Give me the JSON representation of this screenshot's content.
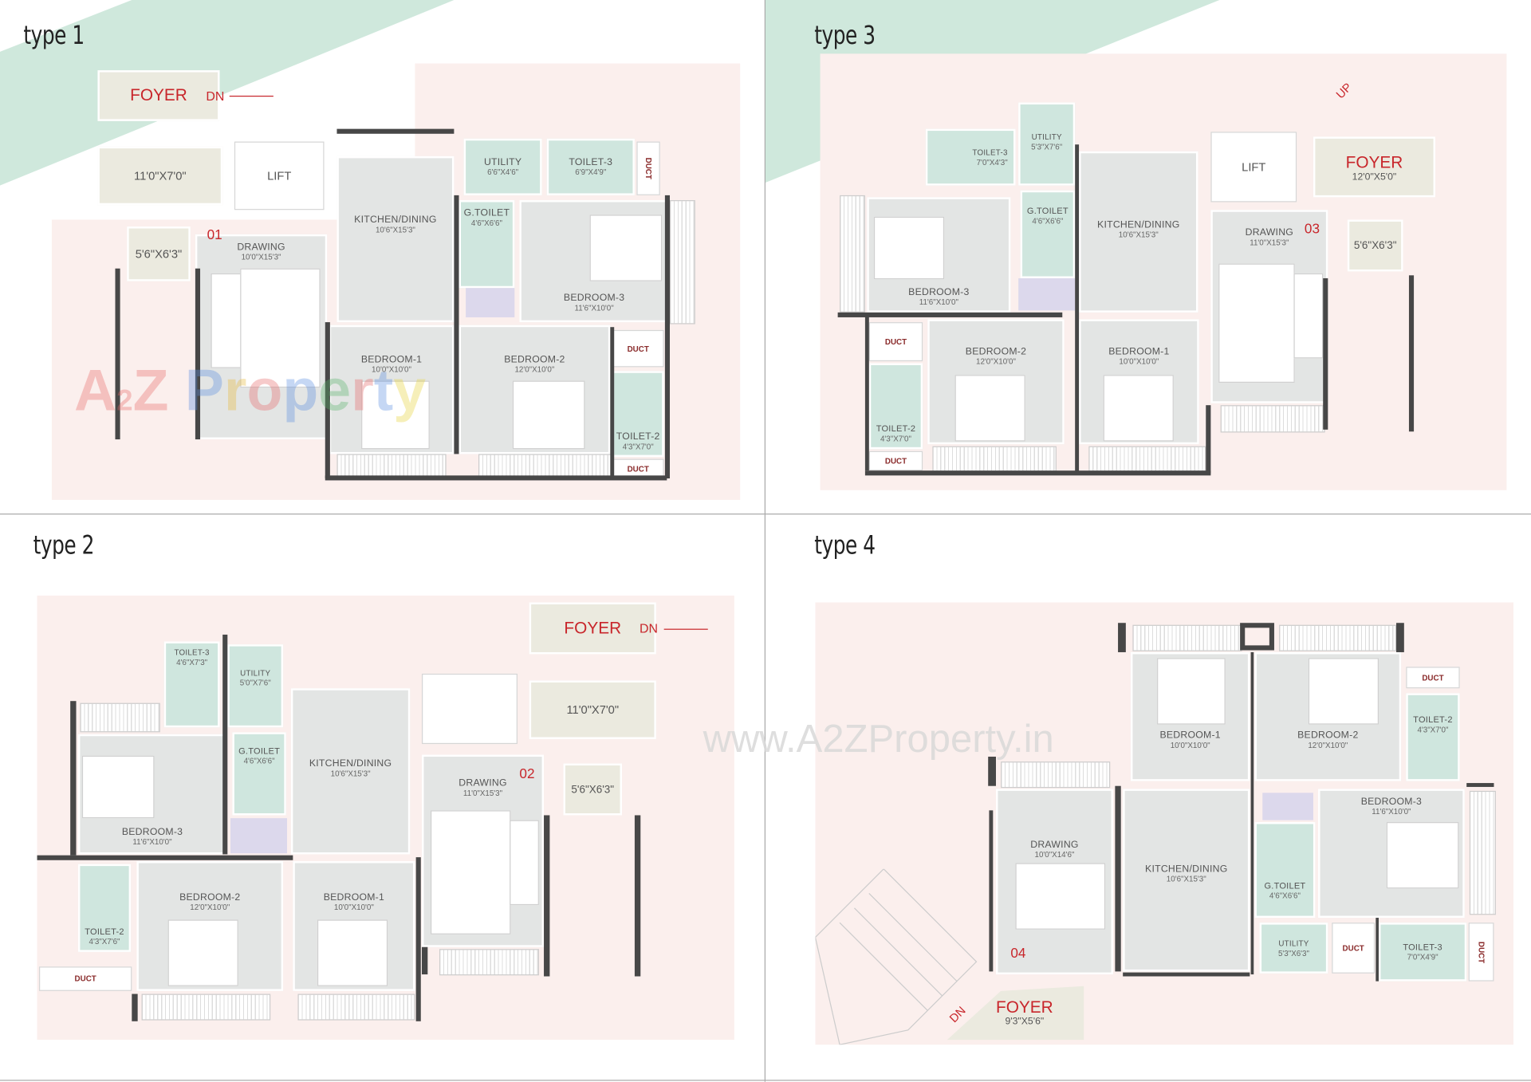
{
  "colors": {
    "wall": "#474747",
    "room": "#e3e5e4",
    "wet_area": "#cfe6de",
    "foyer": "#ebeadf",
    "background": "#fbefed",
    "band": "#cfe8dc",
    "label_red": "#c8262b"
  },
  "watermarks": {
    "logo": "A2Z Property",
    "site": "www.A2ZProperty.in"
  },
  "type1": {
    "title": "type 1",
    "unit": "01",
    "foyer": "FOYER",
    "dn": "DN",
    "lobby_size": "11'0\"X7'0\"",
    "lift": "LIFT",
    "entry_size": "5'6\"X6'3\"",
    "duct": "DUCT",
    "rooms": [
      {
        "name": "KITCHEN/DINING",
        "size": "10'6\"X15'3\""
      },
      {
        "name": "DRAWING",
        "size": "10'0\"X15'3\""
      },
      {
        "name": "UTILITY",
        "size": "6'6\"X4'6\""
      },
      {
        "name": "TOILET-3",
        "size": "6'9\"X4'9\""
      },
      {
        "name": "G.TOILET",
        "size": "4'6\"X6'6\""
      },
      {
        "name": "BEDROOM-3",
        "size": "11'6\"X10'0\""
      },
      {
        "name": "BEDROOM-1",
        "size": "10'0\"X10'0\""
      },
      {
        "name": "BEDROOM-2",
        "size": "12'0\"X10'0\""
      },
      {
        "name": "TOILET-2",
        "size": "4'3\"X7'0\""
      }
    ]
  },
  "type3": {
    "title": "type 3",
    "unit": "03",
    "foyer": "FOYER",
    "foyer_size": "12'0\"X5'0\"",
    "up": "UP",
    "lift": "LIFT",
    "entry_size": "5'6\"X6'3\"",
    "duct": "DUCT",
    "rooms": [
      {
        "name": "TOILET-3",
        "size": "7'0\"X4'3\""
      },
      {
        "name": "UTILITY",
        "size": "5'3\"X7'6\""
      },
      {
        "name": "G.TOILET",
        "size": "4'6\"X6'6\""
      },
      {
        "name": "KITCHEN/DINING",
        "size": "10'6\"X15'3\""
      },
      {
        "name": "DRAWING",
        "size": "11'0\"X15'3\""
      },
      {
        "name": "BEDROOM-3",
        "size": "11'6\"X10'0\""
      },
      {
        "name": "BEDROOM-2",
        "size": "12'0\"X10'0\""
      },
      {
        "name": "BEDROOM-1",
        "size": "10'0\"X10'0\""
      },
      {
        "name": "TOILET-2",
        "size": "4'3\"X7'0\""
      }
    ]
  },
  "type2": {
    "title": "type 2",
    "unit": "02",
    "foyer": "FOYER",
    "dn": "DN",
    "lobby_size": "11'0\"X7'0\"",
    "entry_size": "5'6\"X6'3\"",
    "duct": "DUCT",
    "rooms": [
      {
        "name": "TOILET-3",
        "size": "4'6\"X7'3\""
      },
      {
        "name": "UTILITY",
        "size": "5'0\"X7'6\""
      },
      {
        "name": "G.TOILET",
        "size": "4'6\"X6'6\""
      },
      {
        "name": "KITCHEN/DINING",
        "size": "10'6\"X15'3\""
      },
      {
        "name": "DRAWING",
        "size": "11'0\"X15'3\""
      },
      {
        "name": "BEDROOM-3",
        "size": "11'6\"X10'0\""
      },
      {
        "name": "BEDROOM-2",
        "size": "12'0\"X10'0\""
      },
      {
        "name": "BEDROOM-1",
        "size": "10'0\"X10'0\""
      },
      {
        "name": "TOILET-2",
        "size": "4'3\"X7'6\""
      }
    ]
  },
  "type4": {
    "title": "type 4",
    "unit": "04",
    "foyer": "FOYER",
    "foyer_size": "9'3\"X5'6\"",
    "dn": "DN",
    "duct": "DUCT",
    "rooms": [
      {
        "name": "BEDROOM-1",
        "size": "10'0\"X10'0\""
      },
      {
        "name": "BEDROOM-2",
        "size": "12'0\"X10'0\""
      },
      {
        "name": "TOILET-2",
        "size": "4'3\"X7'0\""
      },
      {
        "name": "DRAWING",
        "size": "10'0\"X14'6\""
      },
      {
        "name": "KITCHEN/DINING",
        "size": "10'6\"X15'3\""
      },
      {
        "name": "BEDROOM-3",
        "size": "11'6\"X10'0\""
      },
      {
        "name": "G.TOILET",
        "size": "4'6\"X6'6\""
      },
      {
        "name": "UTILITY",
        "size": "5'3\"X6'3\""
      },
      {
        "name": "TOILET-3",
        "size": "7'0\"X4'9\""
      }
    ]
  }
}
